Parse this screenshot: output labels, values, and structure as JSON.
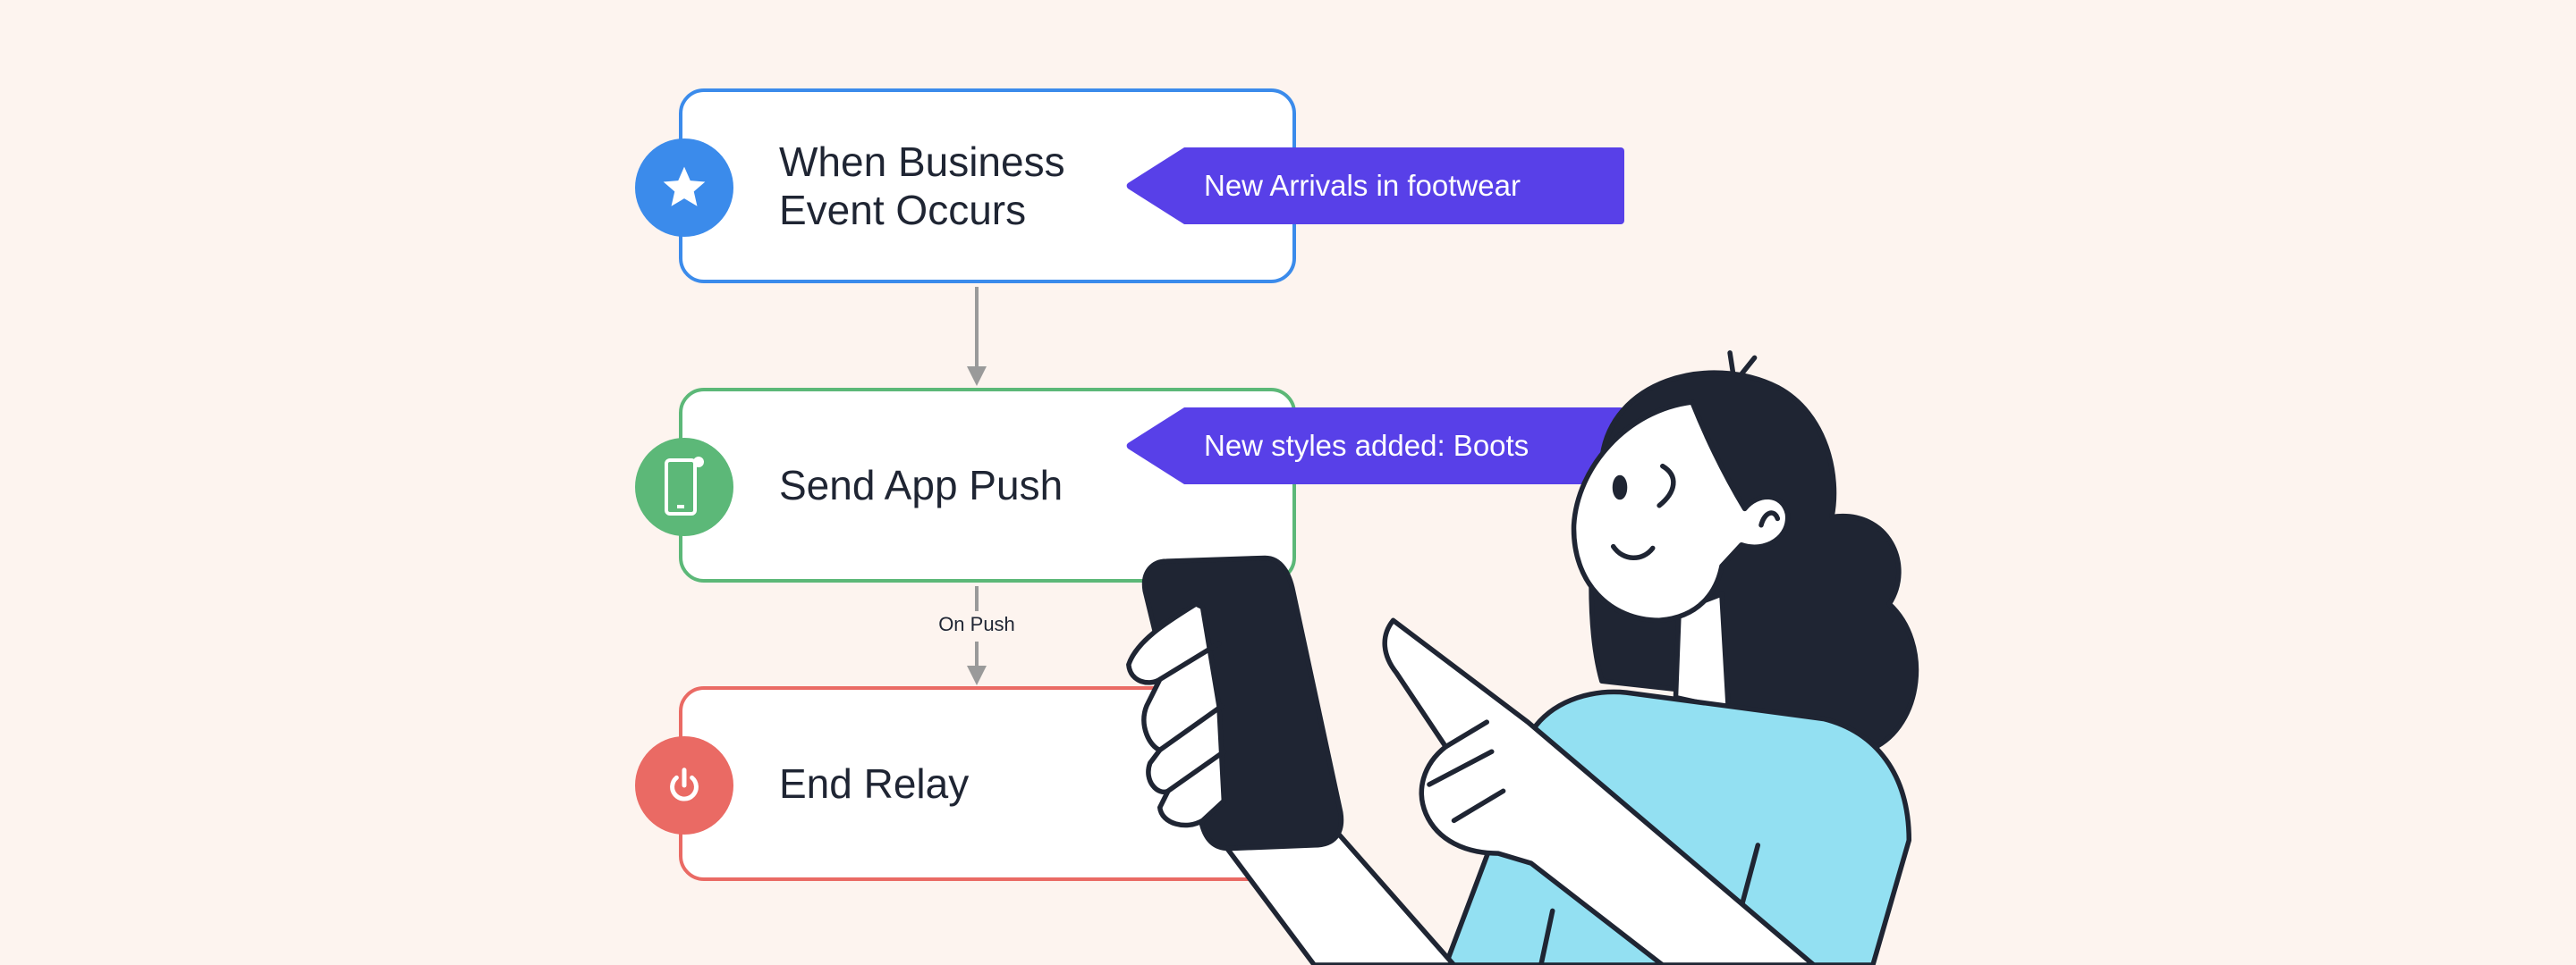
{
  "flow": {
    "nodes": [
      {
        "label": "When Business\nEvent Occurs",
        "icon": "star-icon",
        "color": "#3b8beb"
      },
      {
        "label": "Send App Push",
        "icon": "mobile-phone-icon",
        "color": "#5cb878"
      },
      {
        "label": "End Relay",
        "icon": "power-icon",
        "color": "#ea6a64"
      }
    ],
    "edges": [
      {
        "label": ""
      },
      {
        "label": "On Push"
      }
    ]
  },
  "tags": [
    {
      "text": "New Arrivals in footwear",
      "color": "#5840e8"
    },
    {
      "text": "New styles added: Boots",
      "color": "#5840e8"
    }
  ],
  "colors": {
    "background": "#fdf4ef",
    "ink": "#1f2533",
    "shirt": "#93e0f2"
  }
}
